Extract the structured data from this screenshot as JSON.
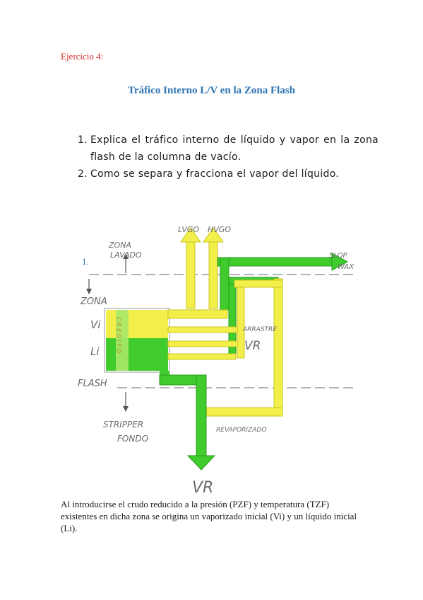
{
  "exercise_label": "Ejercicio 4:",
  "title": "Tráfico Interno  L/V en la Zona Flash",
  "tasks": [
    {
      "num": "1.",
      "text": "Explica el tráfico interno de líquido y vapor en la zona flash de la columna de vacío."
    },
    {
      "num": "2.",
      "text": "Como se separa y fracciona el vapor del líquido."
    }
  ],
  "figure_number": "1.",
  "diagram_labels": {
    "lvgo": "LVGO",
    "hvgo": "HVGO",
    "zona_lavado_1": "ZONA",
    "zona_lavado_2": "LAVADO",
    "slop_1": "SLOP",
    "slop_2": "WAX",
    "zona": "ZONA",
    "vi": "Vi",
    "li": "Li",
    "credito": "C R E D I T O",
    "arrastre": "ARRASTRE",
    "vr_mid": "VR",
    "flash": "FLASH",
    "stripper": "STRIPPER",
    "fondo": "FONDO",
    "revaporizado": "REVAPORIZADO",
    "vr_bottom": "VR"
  },
  "colors": {
    "yellow": "#f2ef4a",
    "yellow_edge": "#c8c620",
    "green": "#3fcc2c",
    "green_edge": "#2a9a1c",
    "light_green": "#a9e86a"
  },
  "paragraph": "Al introducirse el crudo reducido a la presión (PZF) y temperatura (TZF) existentes en dicha zona se origina un vaporizado inicial (Vi) y un líquido inicial (Li)."
}
